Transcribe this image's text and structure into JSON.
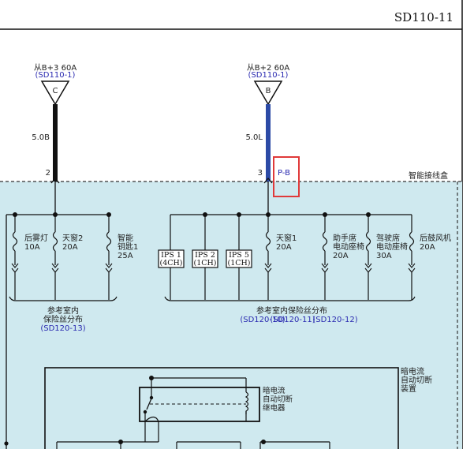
{
  "page_code": "SD110-11",
  "colors": {
    "accent_blue": "#2c4aa6",
    "junction_fill": "#cfe9ef",
    "highlight": "#e03a3a",
    "link_blue": "#2a2ab0"
  },
  "sources": {
    "left": {
      "from": "从B+3 60A",
      "ref": "(SD110-1)",
      "letter": "C",
      "wire": "5.0B",
      "pin": "2"
    },
    "right": {
      "from": "从B+2 60A",
      "ref": "(SD110-1)",
      "letter": "B",
      "wire": "5.0L",
      "pin": "3",
      "pin_label": "P-B"
    }
  },
  "junction_box_label": "智能接线盒",
  "left_fuses": [
    {
      "line1": "后雾灯",
      "line2": "",
      "rating": "10A"
    },
    {
      "line1": "天窗2",
      "line2": "",
      "rating": "20A"
    },
    {
      "line1": "智能",
      "line2": "钥匙1",
      "rating": "25A"
    }
  ],
  "ref_left": {
    "line1": "参考室内",
    "line2": "保险丝分布",
    "ref": "(SD120-13)"
  },
  "ips": [
    {
      "name": "IPS 1",
      "ch": "(4CH)"
    },
    {
      "name": "IPS 2",
      "ch": "(1CH)"
    },
    {
      "name": "IPS 5",
      "ch": "(1CH)"
    }
  ],
  "right_fuses": [
    {
      "line1": "天窗1",
      "line2": "",
      "rating": "20A"
    },
    {
      "line1": "助手席",
      "line2": "电动座椅",
      "rating": "20A"
    },
    {
      "line1": "驾驶席",
      "line2": "电动座椅",
      "rating": "30A"
    },
    {
      "line1": "后鼓风机",
      "line2": "",
      "rating": "20A"
    }
  ],
  "ref_right": {
    "line1": "参考室内保险丝分布",
    "refs": [
      "(SD120-10)",
      "(SD120-11)",
      "(SD120-12)"
    ]
  },
  "dark_current": {
    "line1": "暗电流",
    "line2": "自动切断",
    "line3": "装置"
  },
  "relay": {
    "line1": "暗电流",
    "line2": "自动切断",
    "line3": "继电器"
  }
}
